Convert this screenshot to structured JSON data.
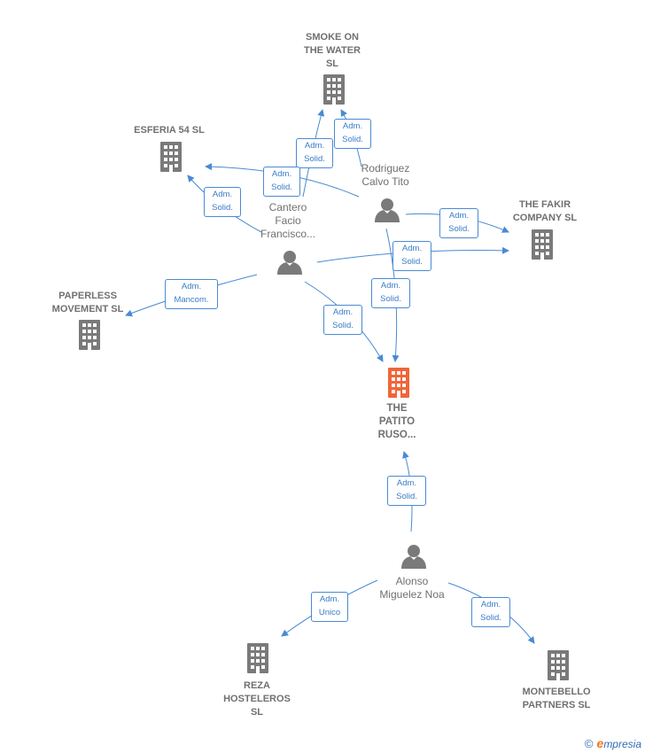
{
  "colors": {
    "edge": "#4a8ad4",
    "building": "#7a7a7a",
    "focus_building": "#f0653a",
    "person": "#7a7a7a",
    "label": "#707070"
  },
  "nodes": {
    "smoke": {
      "label": "SMOKE ON\nTHE WATER\nSL",
      "icon": "building-icon"
    },
    "esferia": {
      "label": "ESFERIA 54 SL",
      "icon": "building-icon"
    },
    "rodriguez": {
      "label": "Rodriguez\nCalvo Tito",
      "icon": "person-icon"
    },
    "fakir": {
      "label": "THE FAKIR\nCOMPANY  SL",
      "icon": "building-icon"
    },
    "cantero": {
      "label": "Cantero\nFacio\nFrancisco...",
      "icon": "person-icon"
    },
    "paperless": {
      "label": "PAPERLESS\nMOVEMENT  SL",
      "icon": "building-icon"
    },
    "patito": {
      "label": "THE\nPATITO\nRUSO...",
      "icon": "building-icon"
    },
    "alonso": {
      "label": "Alonso\nMiguelez Noa",
      "icon": "person-icon"
    },
    "reza": {
      "label": "REZA\nHOSTELEROS\nSL",
      "icon": "building-icon"
    },
    "montebello": {
      "label": "MONTEBELLO\nPARTNERS  SL",
      "icon": "building-icon"
    }
  },
  "relations": [
    {
      "id": "r1",
      "label": "Adm.\nSolid.",
      "from": "rodriguez",
      "to": "smoke"
    },
    {
      "id": "r2",
      "label": "Adm.\nSolid.",
      "from": "cantero",
      "to": "smoke"
    },
    {
      "id": "r3",
      "label": "Adm.\nSolid.",
      "from": "rodriguez",
      "to": "esferia"
    },
    {
      "id": "r4",
      "label": "Adm.\nSolid.",
      "from": "cantero",
      "to": "esferia"
    },
    {
      "id": "r5",
      "label": "Adm.\nSolid.",
      "from": "rodriguez",
      "to": "fakir"
    },
    {
      "id": "r6",
      "label": "Adm.\nSolid.",
      "from": "cantero",
      "to": "fakir"
    },
    {
      "id": "r7",
      "label": "Adm.\nSolid.",
      "from": "rodriguez",
      "to": "patito"
    },
    {
      "id": "r8",
      "label": "Adm.\nMancom.",
      "from": "cantero",
      "to": "paperless"
    },
    {
      "id": "r9",
      "label": "Adm.\nSolid.",
      "from": "cantero",
      "to": "patito"
    },
    {
      "id": "r10",
      "label": "Adm.\nSolid.",
      "from": "alonso",
      "to": "patito"
    },
    {
      "id": "r11",
      "label": "Adm.\nUnico",
      "from": "alonso",
      "to": "reza"
    },
    {
      "id": "r12",
      "label": "Adm.\nSolid.",
      "from": "alonso",
      "to": "montebello"
    }
  ],
  "brand": {
    "copyright": "©",
    "initial": "e",
    "rest": "mpresia"
  }
}
